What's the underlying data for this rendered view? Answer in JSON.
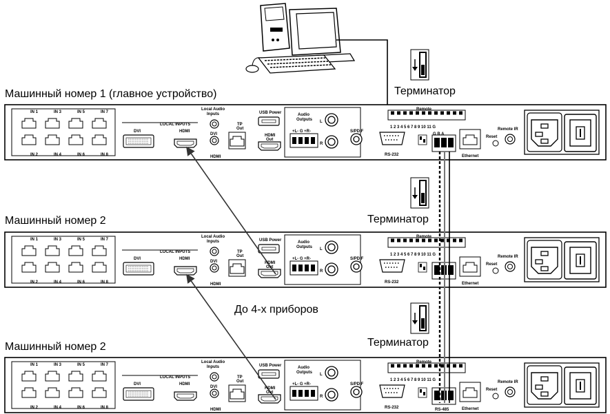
{
  "labels": {
    "unit1_title": "Машинный номер 1 (главное устройство)",
    "unit2_title": "Машинный номер 2",
    "unit3_title": "Машинный номер 2",
    "terminator": "Терминатор",
    "up_to_4": "До 4-х приборов"
  },
  "panel": {
    "inputs_top": [
      "IN 1",
      "IN 3",
      "IN 5",
      "IN 7"
    ],
    "inputs_bottom": [
      "IN 2",
      "IN 4",
      "IN 6",
      "IN 8"
    ],
    "local_inputs": "LOCAL INPUTS",
    "dvi": "DVI",
    "hdmi": "HDMI",
    "local_audio_1": "Local Audio",
    "local_audio_2": "Inputs",
    "audio_dvi": "DVI",
    "audio_hdmi": "HDMI",
    "tp_1": "TP",
    "tp_2": "Out",
    "usb_power": "USB Power",
    "hdmi_out_1": "HDMI",
    "hdmi_out_2": "Out",
    "audio_outputs_1": "Audio",
    "audio_outputs_2": "Outputs",
    "audio_l": "L",
    "audio_r": "R",
    "audio_pins": "+L- G +R-",
    "spdif": "S/PDIF",
    "remote": "Remote",
    "remote_pins": "1 2 3 4 5 6 7 8 9 10 11 G",
    "gba": "G B A",
    "rs232": "RS-232",
    "rs485": "RS-485",
    "ethernet": "Ethernet",
    "reset": "Reset",
    "remote_ir": "Remote IR"
  },
  "colors": {
    "line": "#000000",
    "panel_fill": "#ffffff",
    "cable_gray": "#555555"
  }
}
